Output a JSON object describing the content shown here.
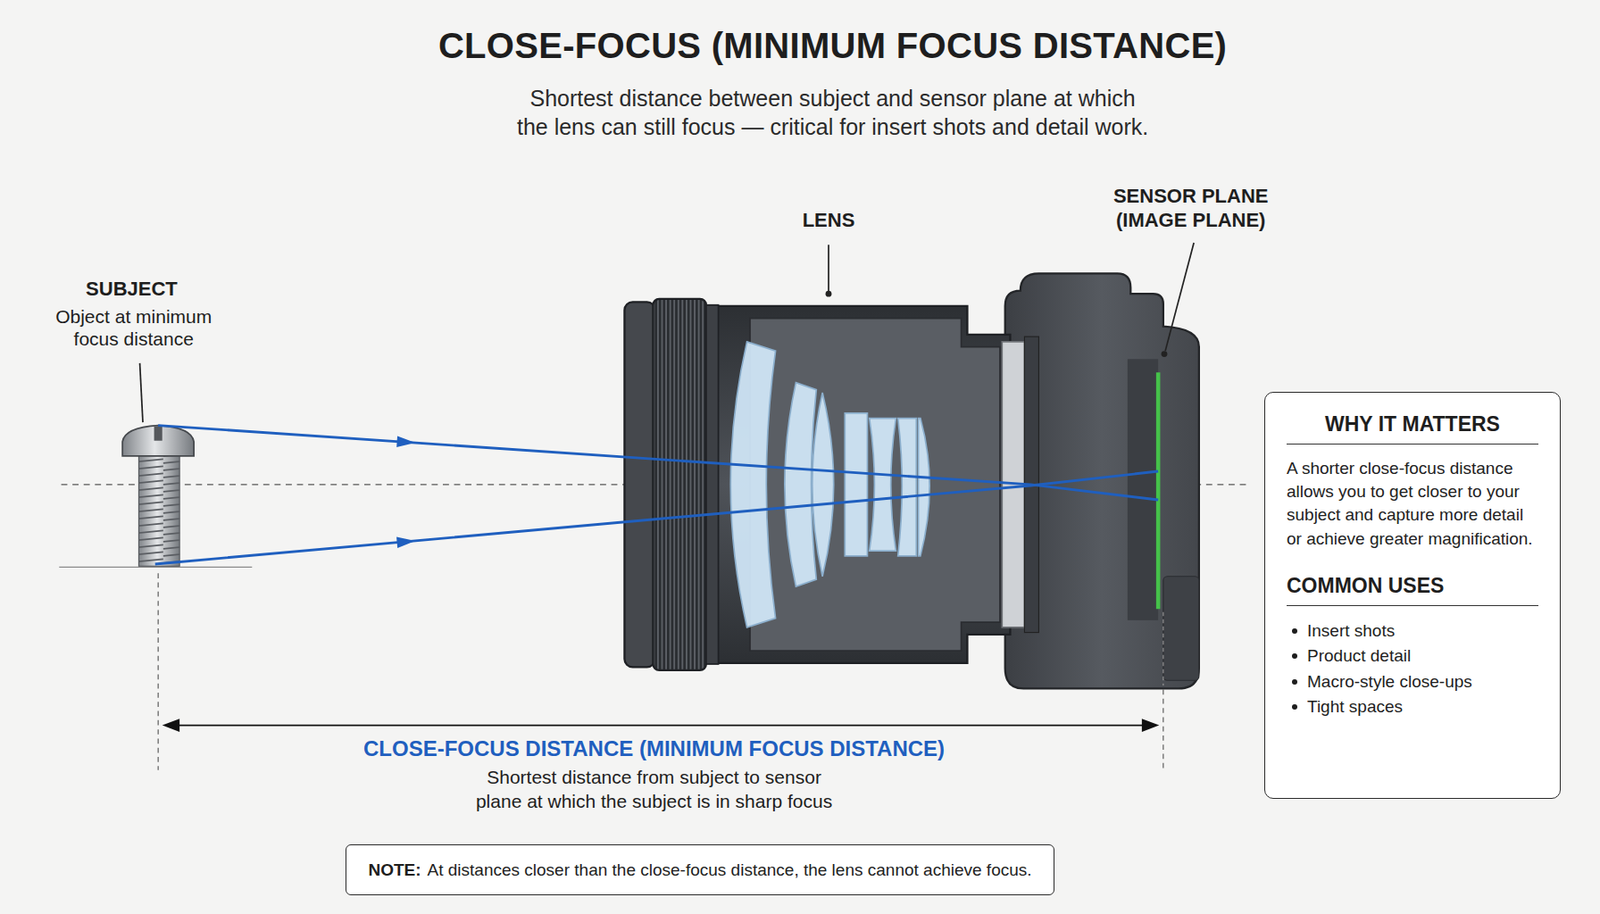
{
  "diagram": {
    "title": "CLOSE-FOCUS (MINIMUM FOCUS DISTANCE)",
    "nodes": [
      {
        "text": [
          "WHY IT MATTERS",
          "A shorter close-focus distance allows you to get closer to your subject and capture more detail or achieve greater magnification.",
          "COMMON USES",
          "Insert shots",
          "Product detail",
          "Macro-style close-ups",
          "Tight spaces"
        ]
      },
      {
        "text": [
          "NOTE:",
          "At distances closer than the close-focus distance, the lens cannot achieve focus."
        ]
      }
    ],
    "edges": [],
    "labels": [
      "Shortest distance between subject and sensor plane at which the lens can still focus — critical for insert shots and detail work.",
      "SUBJECT",
      "Object at minimum focus distance",
      "LENS",
      "SENSOR PLANE (IMAGE PLANE)",
      "CLOSE-FOCUS DISTANCE (MINIMUM FOCUS DISTANCE)",
      "Shortest distance from subject to sensor plane at which the subject is in sharp focus"
    ]
  }
}
